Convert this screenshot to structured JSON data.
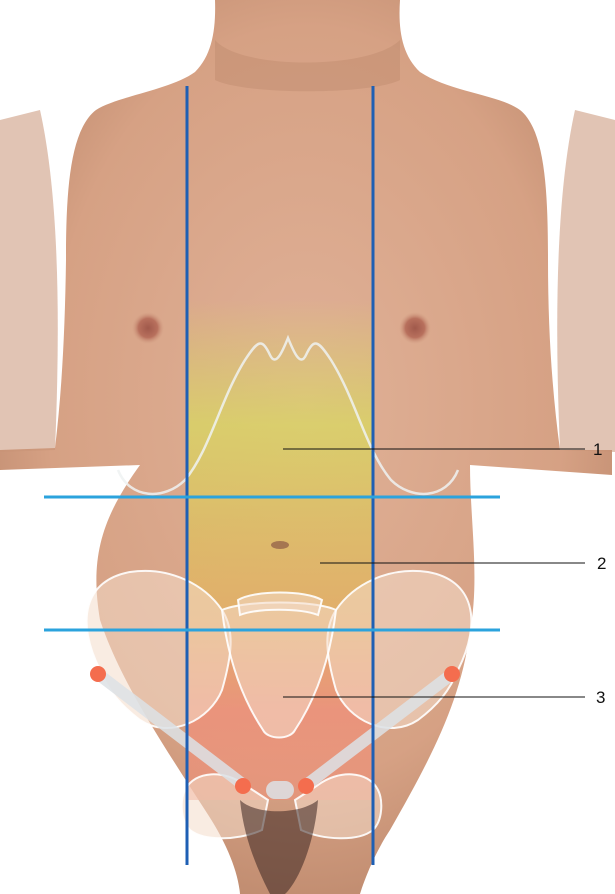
{
  "figure": {
    "labels": [
      {
        "number": "1"
      },
      {
        "number": "2"
      },
      {
        "number": "3"
      }
    ]
  },
  "colors": {
    "background": "#ffffff",
    "skin": "#d8a587",
    "skin_shadow": "#b88367",
    "vertical_lines": "#1e5fb4",
    "horizontal_lines": "#2ba3dd",
    "region_1_fill": "#d8d860",
    "region_2_fill": "#e4ae63",
    "region_3_fill": "#f08f78",
    "bone_fill": "#f4dccb",
    "bone_outline": "#ffffff",
    "ligament": "#dde2e6",
    "landmark_dots": "#f46d4e",
    "leader_lines": "#111111"
  }
}
